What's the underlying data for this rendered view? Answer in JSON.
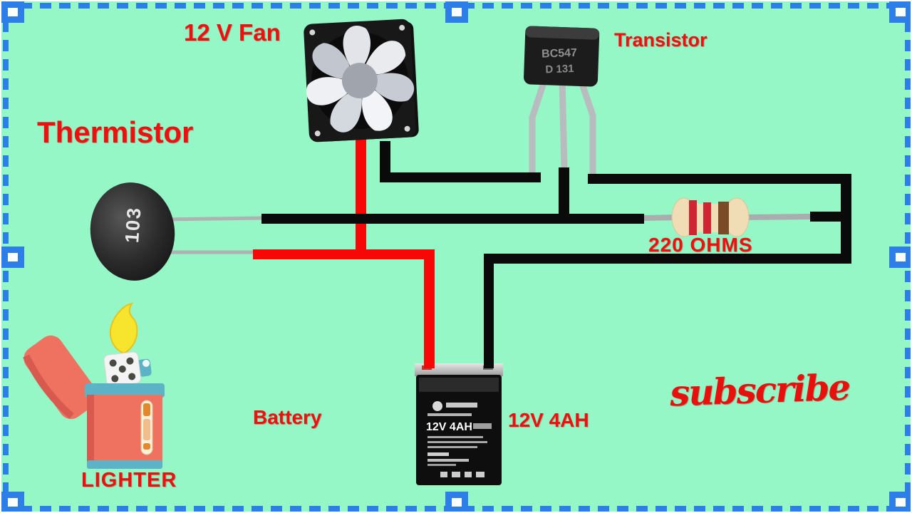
{
  "canvas": {
    "background": "#95f6c6",
    "marquee_blue": "#2e7ee7",
    "label_red": "#ee0f0f",
    "wire_positive_color": "#f80707",
    "wire_negative_color": "#0a0a0a"
  },
  "labels": {
    "fan": "12 V Fan",
    "thermistor": "Thermistor",
    "transistor": "Transistor",
    "resistor": "220 OHMS",
    "battery": "Battery",
    "battery_rating": "12V 4AH",
    "lighter": "LIGHTER",
    "subscribe": "subscribe"
  },
  "components": {
    "transistor_marking_line1": "BC547",
    "transistor_marking_line2": "D 131",
    "thermistor_marking": "103",
    "battery_label_text": "12V 4AH"
  }
}
